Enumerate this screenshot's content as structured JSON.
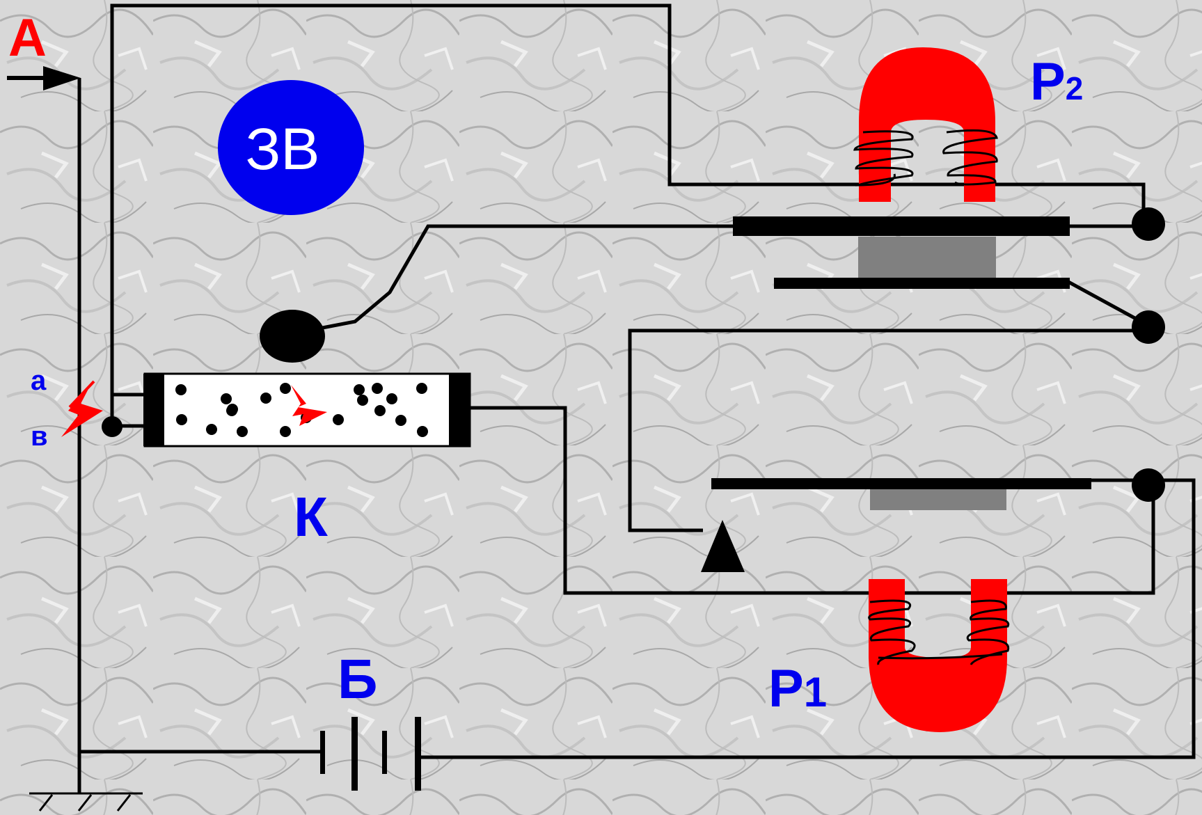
{
  "labels": {
    "antenna": "А",
    "contact_a": "а",
    "contact_b": "в",
    "bell": "ЗВ",
    "coherer": "К",
    "battery": "Б",
    "relay1_letter": "Р",
    "relay1_index": "1",
    "relay2_letter": "Р",
    "relay2_index": "2"
  },
  "colors": {
    "wire": "#000000",
    "magnet": "#ff0000",
    "bell_fill": "#0000ee",
    "label_blue": "#0000ee",
    "label_red": "#ff0000",
    "contact_block": "#808080"
  }
}
